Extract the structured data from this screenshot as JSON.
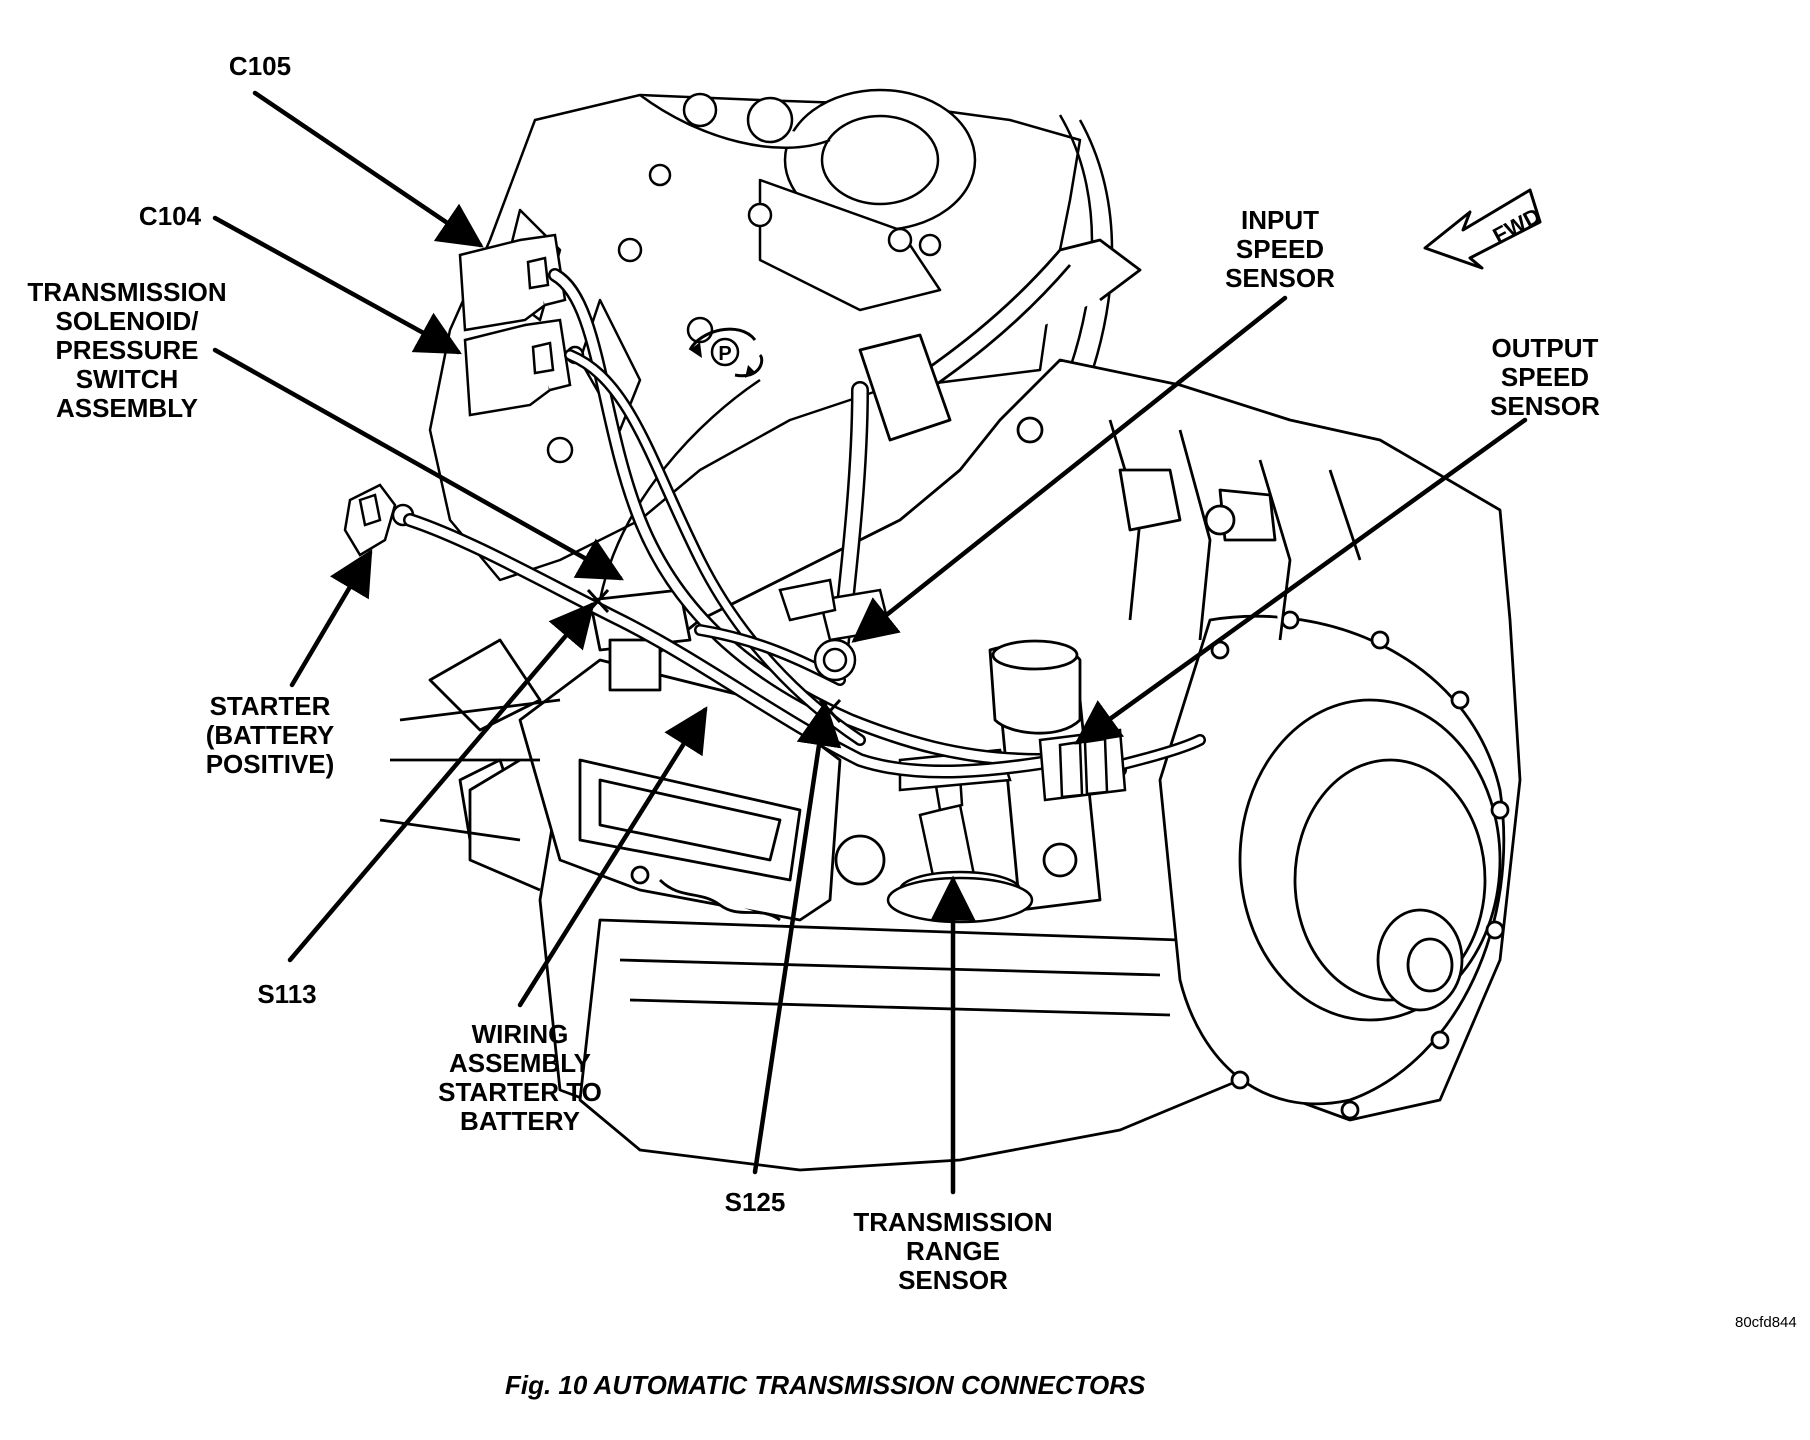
{
  "figure": {
    "caption": "Fig. 10 AUTOMATIC TRANSMISSION CONNECTORS",
    "code": "80cfd844",
    "fwd_label": "FWD"
  },
  "callouts": {
    "c105": "C105",
    "c104": "C104",
    "solenoid": "TRANSMISSION\nSOLENOID/\nPRESSURE\nSWITCH\nASSEMBLY",
    "input_speed": "INPUT\nSPEED\nSENSOR",
    "output_speed": "OUTPUT\nSPEED\nSENSOR",
    "starter": "STARTER\n(BATTERY\nPOSITIVE)",
    "s113": "S113",
    "wiring": "WIRING\nASSEMBLY\nSTARTER TO\nBATTERY",
    "s125": "S125",
    "range_sensor": "TRANSMISSION\nRANGE\nSENSOR"
  },
  "colors": {
    "ink": "#000000",
    "paper": "#ffffff"
  },
  "icons": {
    "fwd": "fwd-arrow-icon",
    "park": "park-symbol-icon"
  },
  "park_symbol": "P"
}
